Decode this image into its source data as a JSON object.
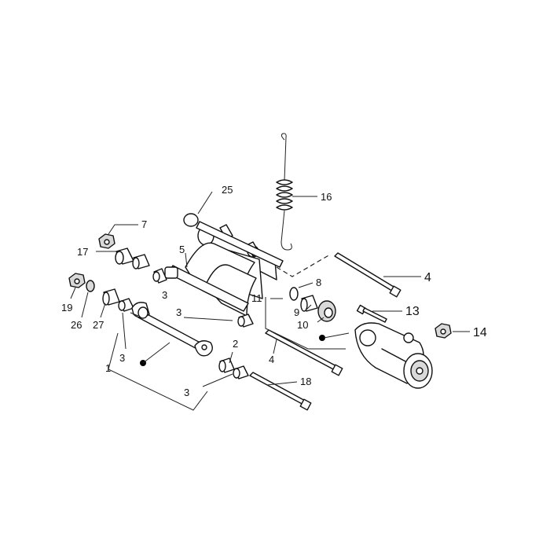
{
  "callouts": [
    {
      "id": "c1",
      "text": "1"
    },
    {
      "id": "c2",
      "text": "2"
    },
    {
      "id": "c3a",
      "text": "3"
    },
    {
      "id": "c3b",
      "text": "3"
    },
    {
      "id": "c3c",
      "text": "3"
    },
    {
      "id": "c3d",
      "text": "3"
    },
    {
      "id": "c4a",
      "text": "4"
    },
    {
      "id": "c4b",
      "text": "4"
    },
    {
      "id": "c5",
      "text": "5"
    },
    {
      "id": "c7",
      "text": "7"
    },
    {
      "id": "c8",
      "text": "8"
    },
    {
      "id": "c9",
      "text": "9"
    },
    {
      "id": "c10",
      "text": "10"
    },
    {
      "id": "c11",
      "text": "11"
    },
    {
      "id": "c13",
      "text": "13"
    },
    {
      "id": "c14",
      "text": "14"
    },
    {
      "id": "c16",
      "text": "16"
    },
    {
      "id": "c17",
      "text": "17"
    },
    {
      "id": "c18",
      "text": "18"
    },
    {
      "id": "c19",
      "text": "19"
    },
    {
      "id": "c25",
      "text": "25"
    },
    {
      "id": "c26",
      "text": "26"
    },
    {
      "id": "c27",
      "text": "27"
    }
  ]
}
